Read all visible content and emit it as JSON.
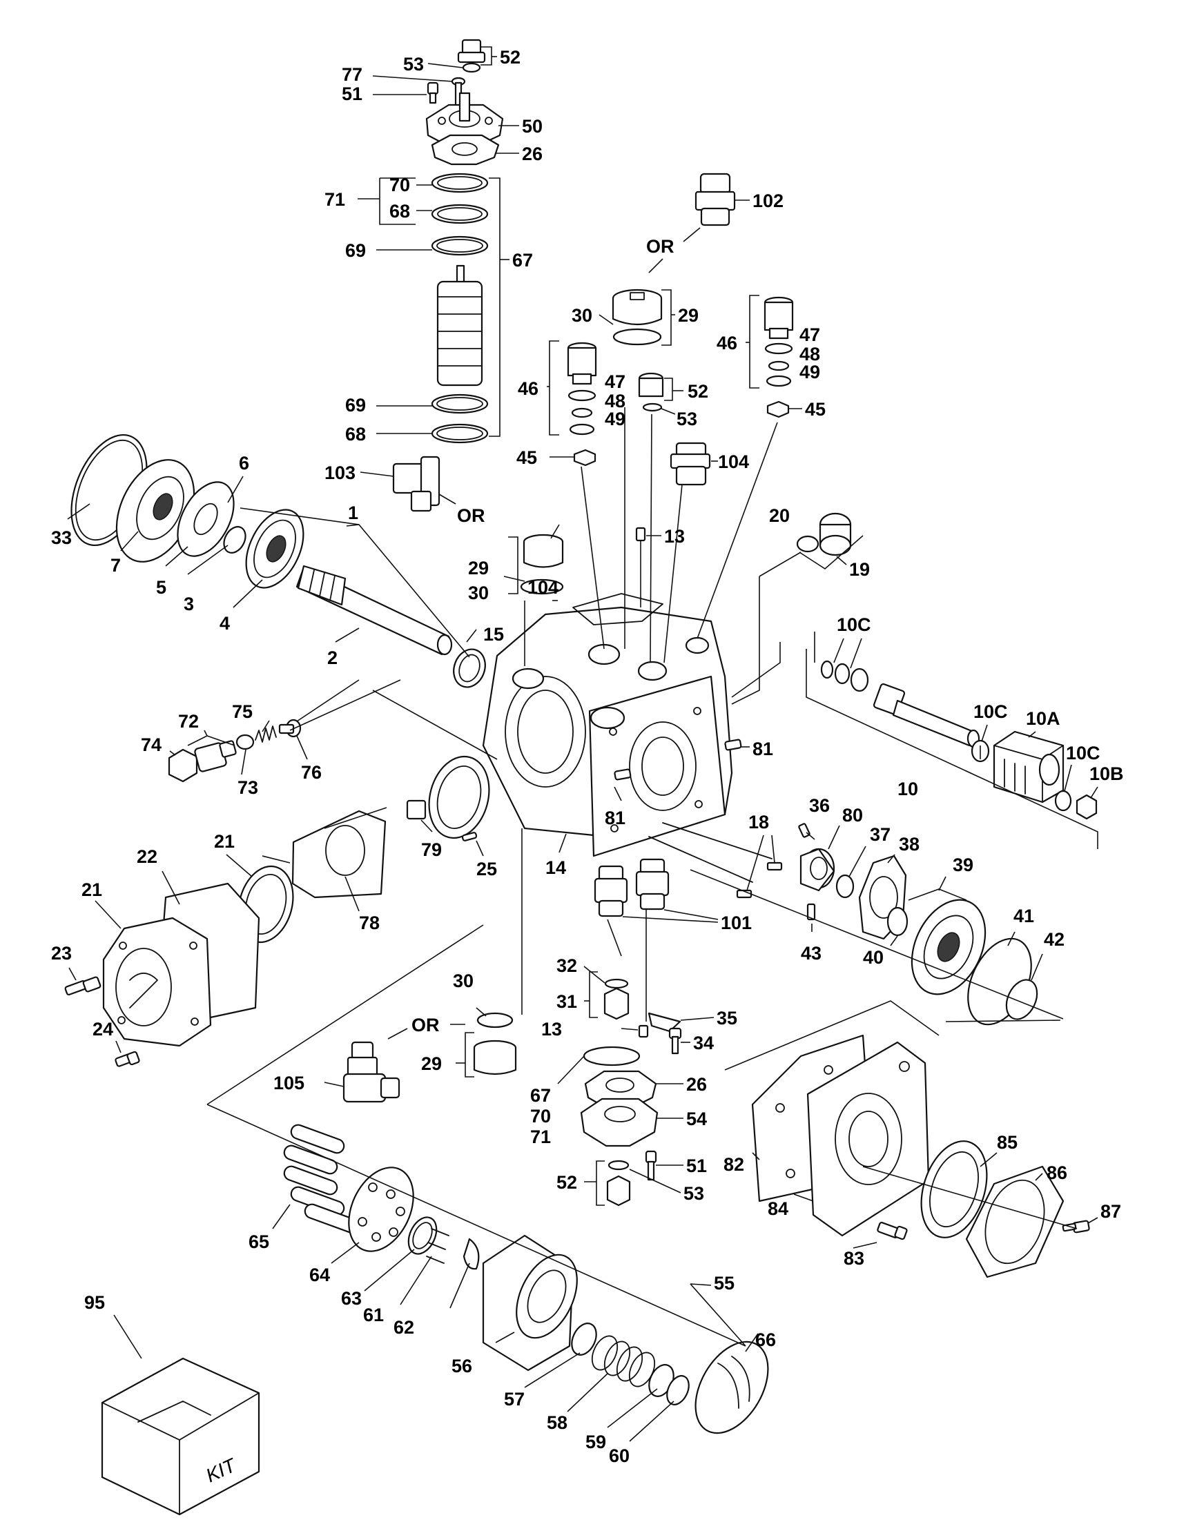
{
  "labels": {
    "l1": "1",
    "l2": "2",
    "l3": "3",
    "l4": "4",
    "l5": "5",
    "l6": "6",
    "l7": "7",
    "l10": "10",
    "l10A": "10A",
    "l10B": "10B",
    "l10C": "10C",
    "l13": "13",
    "l14": "14",
    "l15": "15",
    "l18": "18",
    "l19": "19",
    "l20": "20",
    "l21": "21",
    "l22": "22",
    "l23": "23",
    "l24": "24",
    "l25": "25",
    "l26": "26",
    "l29": "29",
    "l30": "30",
    "l31": "31",
    "l32": "32",
    "l33": "33",
    "l34": "34",
    "l35": "35",
    "l36": "36",
    "l37": "37",
    "l38": "38",
    "l39": "39",
    "l40": "40",
    "l41": "41",
    "l42": "42",
    "l43": "43",
    "l45": "45",
    "l46": "46",
    "l47": "47",
    "l48": "48",
    "l49": "49",
    "l50": "50",
    "l51": "51",
    "l52": "52",
    "l53": "53",
    "l54": "54",
    "l55": "55",
    "l56": "56",
    "l57": "57",
    "l58": "58",
    "l59": "59",
    "l60": "60",
    "l61": "61",
    "l62": "62",
    "l63": "63",
    "l64": "64",
    "l65": "65",
    "l66": "66",
    "l67": "67",
    "l68": "68",
    "l69": "69",
    "l70": "70",
    "l71": "71",
    "l72": "72",
    "l73": "73",
    "l74": "74",
    "l75": "75",
    "l76": "76",
    "l77": "77",
    "l78": "78",
    "l79": "79",
    "l80": "80",
    "l81": "81",
    "l82": "82",
    "l83": "83",
    "l84": "84",
    "l85": "85",
    "l86": "86",
    "l87": "87",
    "l95": "95",
    "l101": "101",
    "l102": "102",
    "l103": "103",
    "l104": "104",
    "l105": "105",
    "or": "OR",
    "kit": "KIT"
  },
  "colors": {
    "line": "#111111",
    "background": "#ffffff"
  }
}
